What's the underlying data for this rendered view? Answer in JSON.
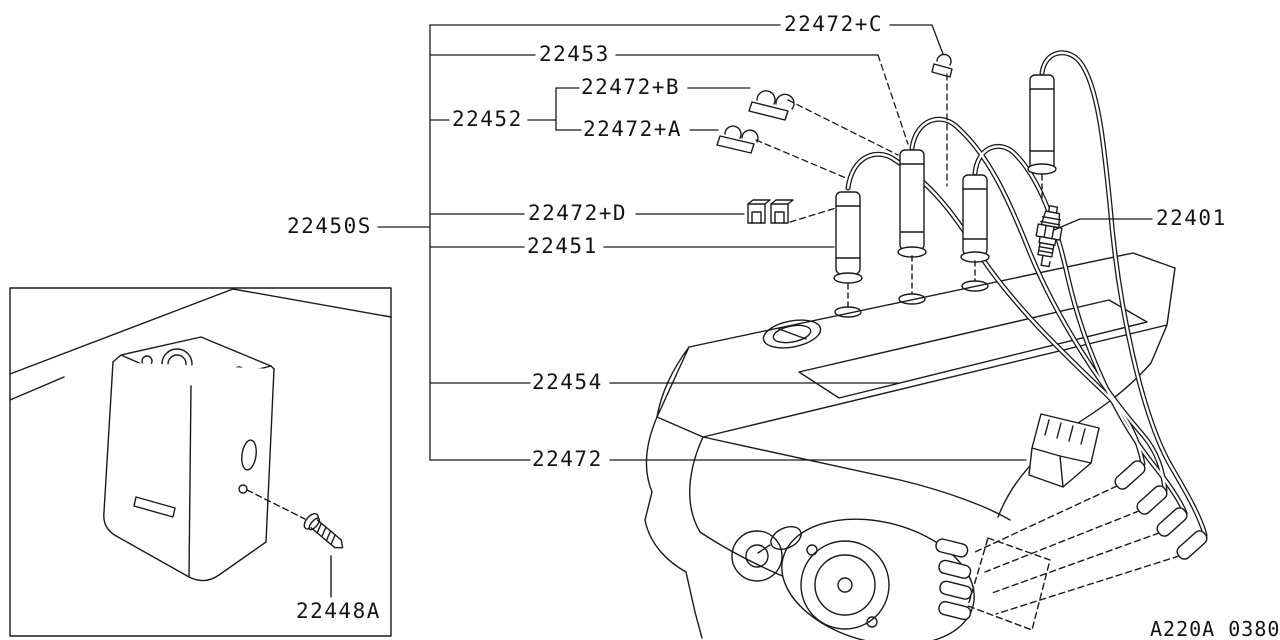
{
  "diagram": {
    "code": "A220A 0380",
    "labels": {
      "l22472c": "22472+C",
      "l22453": "22453",
      "l22472b": "22472+B",
      "l22452": "22452",
      "l22472a": "22472+A",
      "l22472d": "22472+D",
      "l22450s": "22450S",
      "l22451": "22451",
      "l22401": "22401",
      "l22454": "22454",
      "l22472": "22472",
      "l22448a": "22448A"
    }
  }
}
